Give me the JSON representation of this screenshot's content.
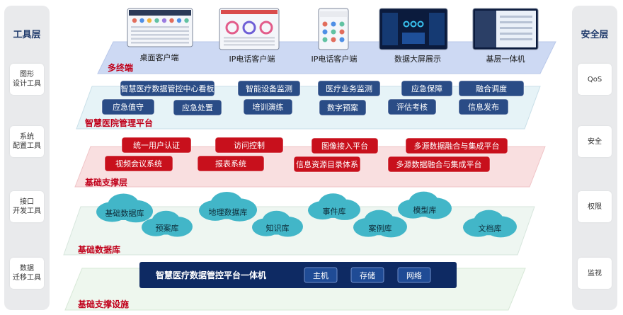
{
  "left_panel": {
    "title": "工具层",
    "items": [
      "图形\n设计工具",
      "系统\n配置工具",
      "接口\n开发工具",
      "数据\n迁移工具"
    ]
  },
  "right_panel": {
    "title": "安全层",
    "items": [
      "QoS",
      "安全",
      "权限",
      "监视"
    ]
  },
  "terminal_layer": {
    "label": "多终端",
    "devices": [
      "桌面客户端",
      "IP电话客户端",
      "IP电话客户端",
      "数据大屏展示",
      "基层一体机"
    ]
  },
  "management_layer": {
    "label": "智慧医院管理平台",
    "row1": [
      "智慧医疗数据管控中心看板",
      "智能设备监测",
      "医疗业务监测",
      "应急保障",
      "融合调度"
    ],
    "row2": [
      "应急值守",
      "应急处置",
      "培训演练",
      "数字预案",
      "评估考核",
      "信息发布"
    ]
  },
  "support_layer": {
    "label": "基础支撑层",
    "row1": [
      "统一用户认证",
      "访问控制",
      "图像接入平台",
      "多源数据融合与集成平台"
    ],
    "row2": [
      "视频会议系统",
      "报表系统",
      "信息资源目录体系",
      "多源数据融合与集成平台"
    ]
  },
  "database_layer": {
    "label": "基础数据库",
    "clouds": [
      "基础数据库",
      "预案库",
      "地理数据库",
      "知识库",
      "事件库",
      "案例库",
      "模型库",
      "文档库"
    ]
  },
  "infra_layer": {
    "label": "基础支撑设施",
    "platform_title": "智慧医疗数据管控平台一体机",
    "components": [
      "主机",
      "存储",
      "网络"
    ]
  },
  "colors": {
    "terminal_plane": "#cdd9f3",
    "mgmt_plane": "#e6f3f7",
    "support_plane": "#f9dfe0",
    "db_plane": "#eef6f1",
    "infra_plane": "#eef7ee",
    "blue_pill": "#2a4c86",
    "red_pill": "#c8101c",
    "cloud": "#42b6c8",
    "label_red": "#c0001a",
    "navy_box": "#0e2a63"
  }
}
